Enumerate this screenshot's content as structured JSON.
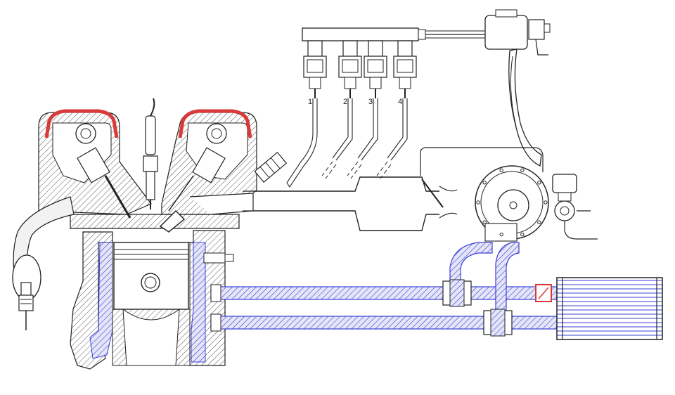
{
  "injector_labels": [
    "1",
    "2",
    "3",
    "4"
  ],
  "colors": {
    "outline": "#222222",
    "coolant_hatch": "#3b3fd6",
    "coolant_fill": "#cfd2f2",
    "gasket": "#d83a3a",
    "metal_hatch": "#555555",
    "background": "#ffffff"
  },
  "icons": [
    "engine-block",
    "piston",
    "spark-plug",
    "valve",
    "injector-rail",
    "lpg-reducer",
    "solenoid-valve",
    "radiator",
    "oxygen-sensor",
    "filter"
  ]
}
